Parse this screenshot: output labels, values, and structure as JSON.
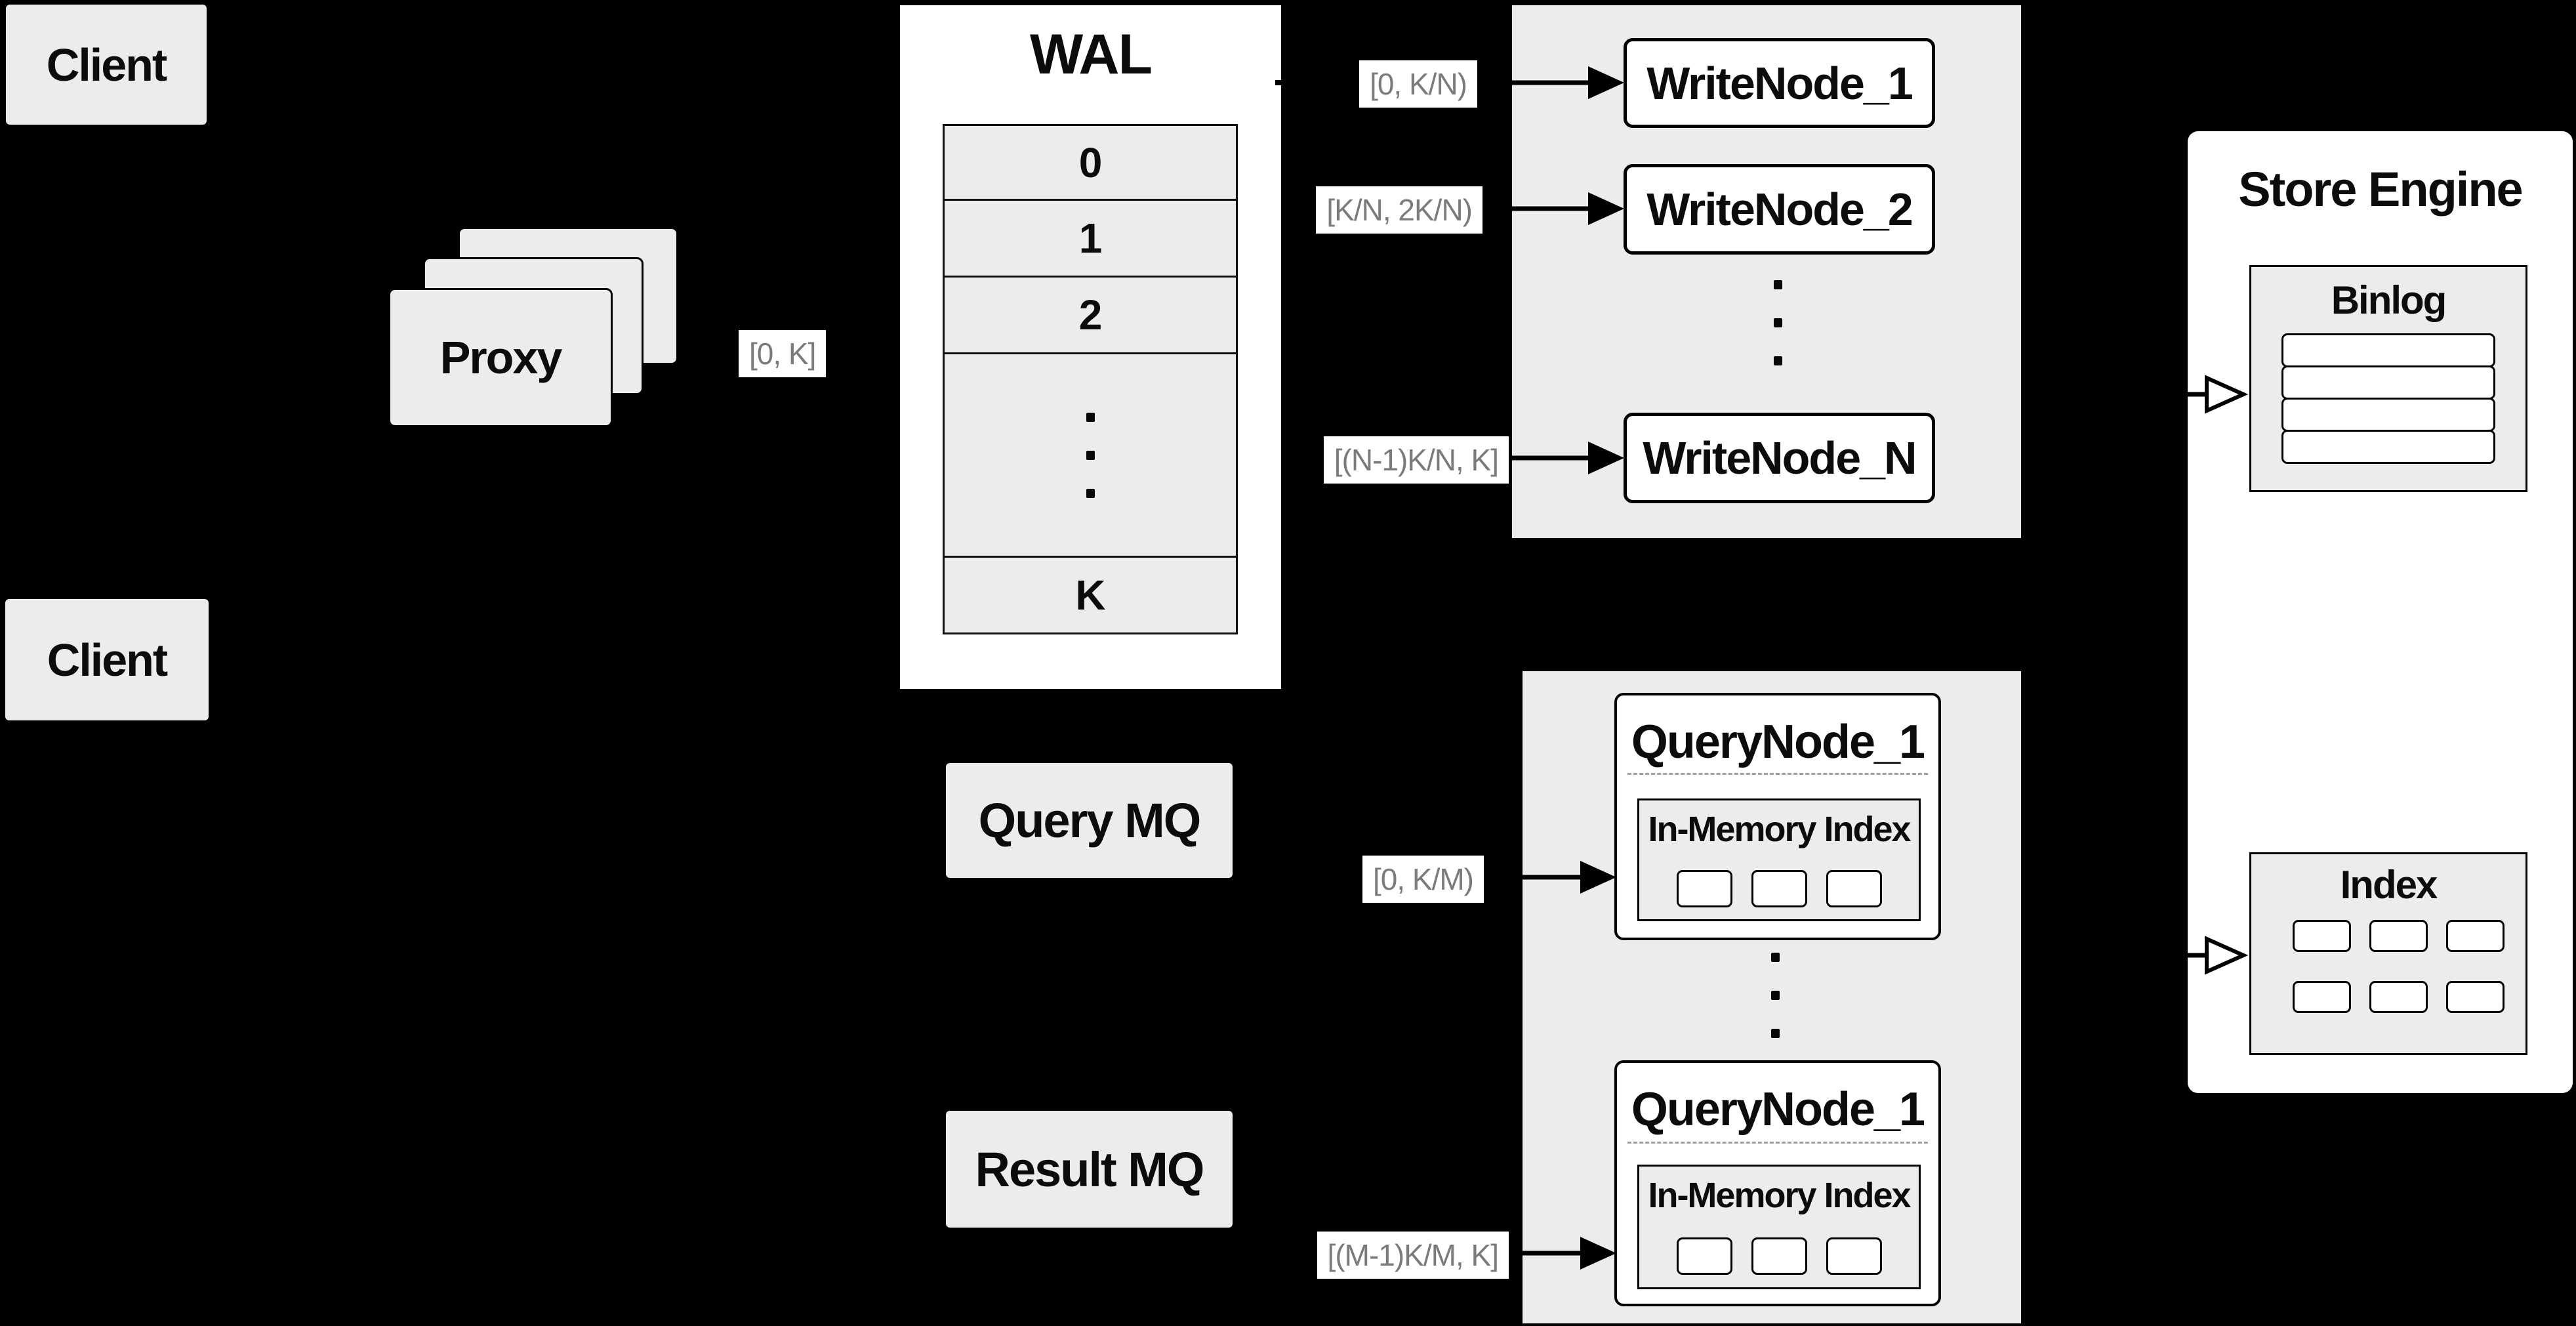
{
  "colors": {
    "background": "#000000",
    "panel_fill": "#ececec",
    "box_fill": "#ececec",
    "card_fill": "#ffffff",
    "border": "#000000",
    "range_label_text": "#7b7b7b",
    "dashed_divider": "#9f9f9f"
  },
  "clients": {
    "top_label": "Client",
    "bottom_label": "Client"
  },
  "proxy": {
    "label": "Proxy"
  },
  "wal": {
    "title": "WAL",
    "segments": [
      "0",
      "1",
      "2"
    ],
    "last_segment": "K"
  },
  "mq": {
    "query_label": "Query MQ",
    "result_label": "Result MQ"
  },
  "range_labels": {
    "proxy_to_wal": "[0, K]",
    "write_node_1": "[0,  K/N)",
    "write_node_2": "[K/N, 2K/N)",
    "write_node_n": "[(N-1)K/N,  K]",
    "query_node_1": "[0, K/M)",
    "query_node_m": "[(M-1)K/M, K]"
  },
  "write_nodes": {
    "node_1": "WriteNode_1",
    "node_2": "WriteNode_2",
    "node_n": "WriteNode_N"
  },
  "query_nodes": {
    "node_top": {
      "title": "QueryNode_1",
      "subtitle": "In-Memory Index"
    },
    "node_bottom": {
      "title": "QueryNode_1",
      "subtitle": "In-Memory Index"
    }
  },
  "store_engine": {
    "title": "Store Engine",
    "binlog_title": "Binlog",
    "index_title": "Index"
  }
}
